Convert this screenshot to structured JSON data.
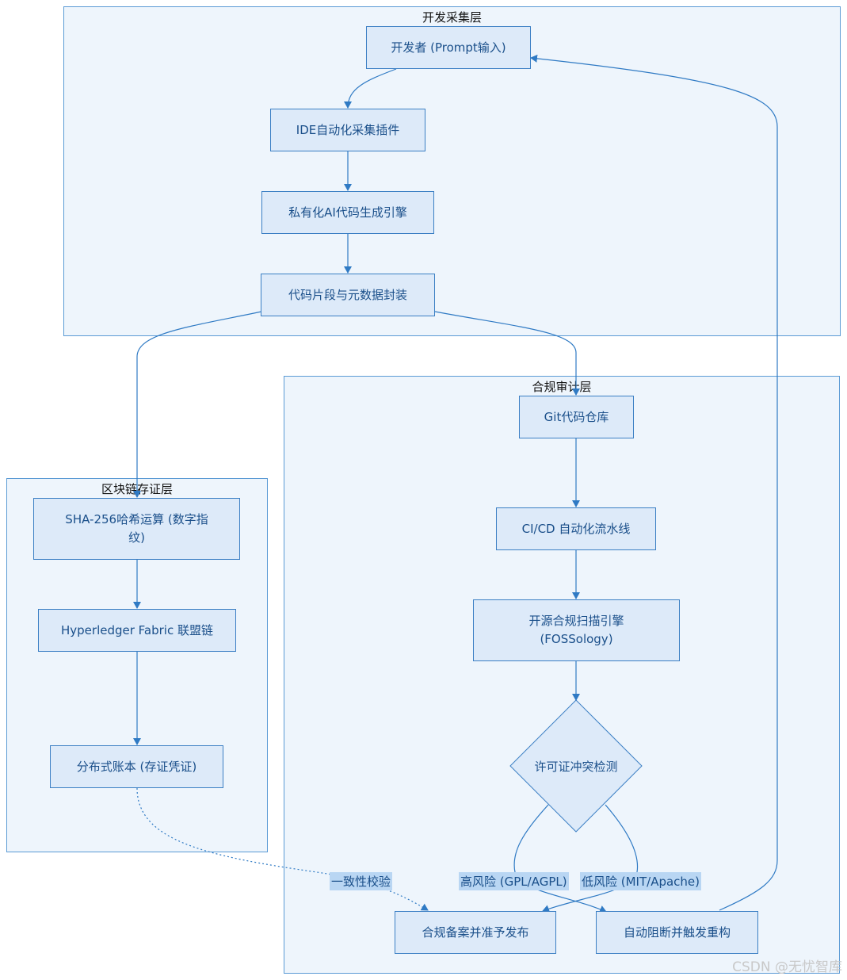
{
  "groups": {
    "dev": {
      "title": "开发采集层"
    },
    "audit": {
      "title": "合规审计层"
    },
    "chain": {
      "title": "区块链存证层"
    }
  },
  "nodes": {
    "developer": "开发者 (Prompt输入)",
    "ide_plugin": "IDE自动化采集插件",
    "ai_engine": "私有化AI代码生成引擎",
    "packaging": "代码片段与元数据封装",
    "git_repo": "Git代码仓库",
    "cicd": "CI/CD 自动化流水线",
    "scan_engine_line1": "开源合规扫描引擎",
    "scan_engine_line2": "(FOSSology)",
    "license_check": "许可证冲突检测",
    "release": "合规备案并准予发布",
    "block": "自动阻断并触发重构",
    "hash_line1": "SHA-256哈希运算 (数字指",
    "hash_line2": "纹)",
    "fabric": "Hyperledger Fabric 联盟链",
    "ledger": "分布式账本 (存证凭证)"
  },
  "edge_labels": {
    "high_risk": "高风险 (GPL/AGPL)",
    "low_risk": "低风险 (MIT/Apache)",
    "consistency": "一致性校验"
  },
  "watermark": "CSDN @无忧智库",
  "colors": {
    "edge": "#2f7ac4",
    "node_fill": "#ddeaf9",
    "group_fill": "#eef5fc",
    "label_bg": "#b9d6f3"
  }
}
